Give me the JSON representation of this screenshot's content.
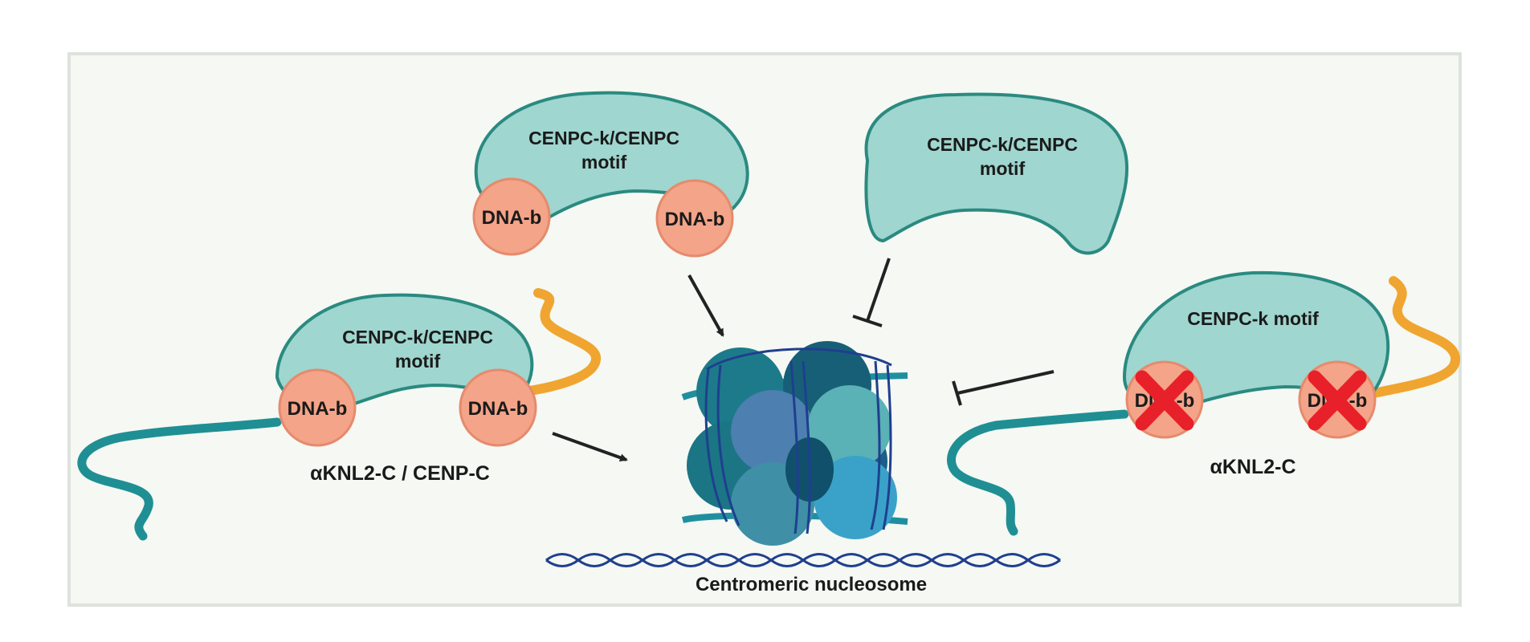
{
  "colors": {
    "panel_bg": "#f5f8f3",
    "panel_border": "#dde3dc",
    "protein_fill": "#9fd6cf",
    "protein_stroke": "#2a8a80",
    "dna_binding": "#f4a488",
    "linker": "#f0a530",
    "tail": "#1f8f94",
    "histone_dark": "#1d7a8a",
    "histone_light": "#4aa0c0",
    "dna_helix": "#1f3f8f",
    "cross": "#e8202a",
    "arrow": "#222222"
  },
  "top_left_protein": {
    "motif_line1": "CENPC-k/CENPC",
    "motif_line2": "motif",
    "domain_left": "DNA-b",
    "domain_right": "DNA-b"
  },
  "top_right_protein": {
    "motif_line1": "CENPC-k/CENPC",
    "motif_line2": "motif"
  },
  "left_protein": {
    "motif_line1": "CENPC-k/CENPC",
    "motif_line2": "motif",
    "domain_left": "DNA-b",
    "domain_right": "DNA-b",
    "caption": "αKNL2-C / CENP-C"
  },
  "right_protein": {
    "motif": "CENPC-k motif",
    "domain_left": "DNA-b",
    "domain_right": "DNA-b",
    "caption": "αKNL2-C"
  },
  "nucleosome": {
    "label": "Centromeric nucleosome"
  },
  "interactions": [
    {
      "from": "top_left_protein",
      "type": "activation"
    },
    {
      "from": "top_right_protein",
      "type": "inhibition"
    },
    {
      "from": "left_protein",
      "type": "activation"
    },
    {
      "from": "right_protein",
      "type": "inhibition"
    }
  ]
}
